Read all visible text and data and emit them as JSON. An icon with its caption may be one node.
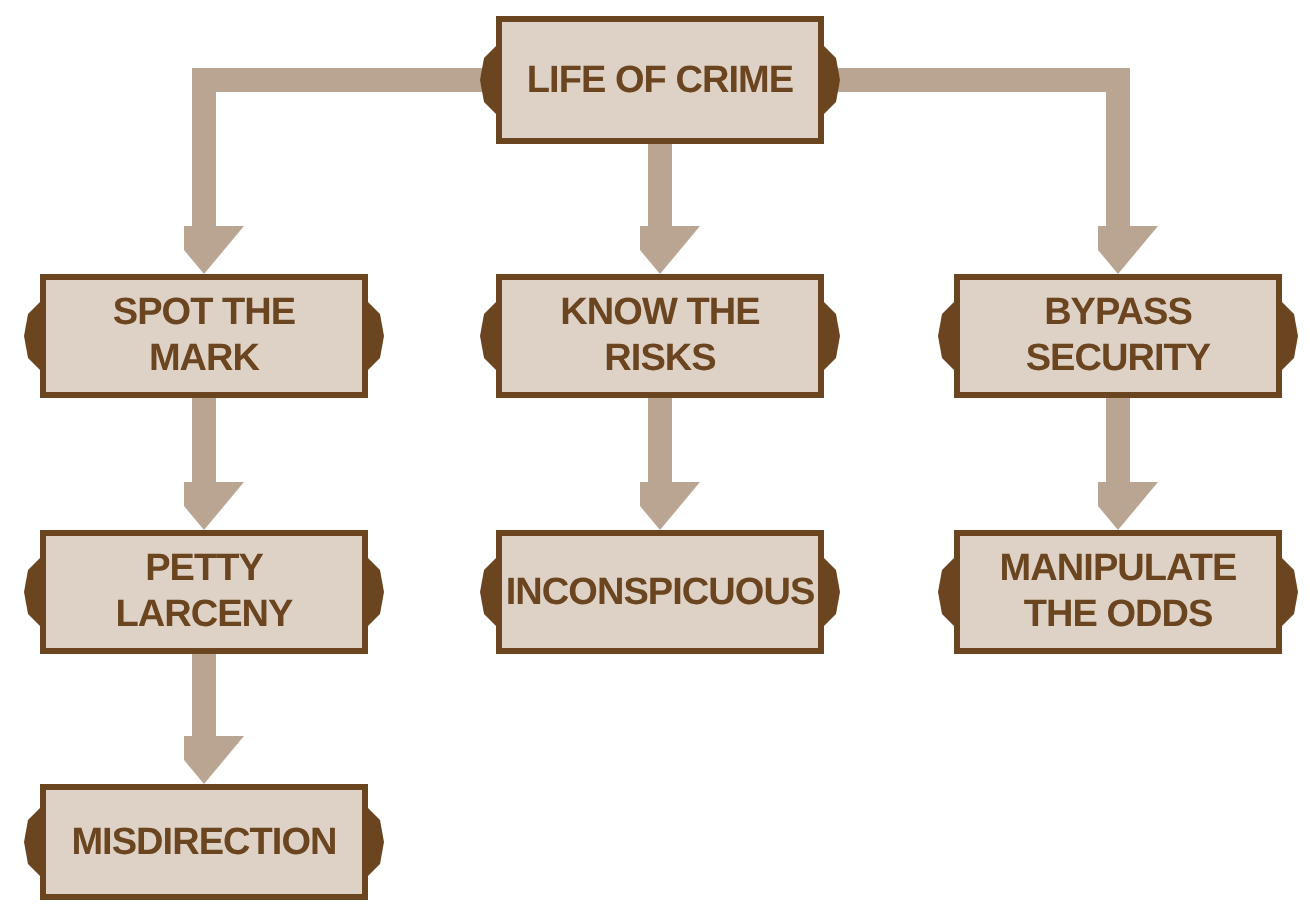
{
  "diagram": {
    "nodes": [
      {
        "text": [
          "LIFE OF CRIME"
        ]
      },
      {
        "text": [
          "SPOT THE MARK"
        ]
      },
      {
        "text": [
          "KNOW THE RISKS"
        ]
      },
      {
        "text": [
          "BYPASS SECURITY"
        ]
      },
      {
        "text": [
          "PETTY LARCENY"
        ]
      },
      {
        "text": [
          "INCONSPICUOUS"
        ]
      },
      {
        "text": [
          "MANIPULATE THE ODDS"
        ]
      },
      {
        "text": [
          "MISDIRECTION"
        ]
      }
    ],
    "edges": [
      {
        "from": 0,
        "to": 1,
        "arrow": "to"
      },
      {
        "from": 0,
        "to": 2,
        "arrow": "to"
      },
      {
        "from": 0,
        "to": 3,
        "arrow": "to"
      },
      {
        "from": 1,
        "to": 4,
        "arrow": "to"
      },
      {
        "from": 2,
        "to": 5,
        "arrow": "to"
      },
      {
        "from": 3,
        "to": 6,
        "arrow": "to"
      },
      {
        "from": 4,
        "to": 7,
        "arrow": "to"
      }
    ]
  }
}
